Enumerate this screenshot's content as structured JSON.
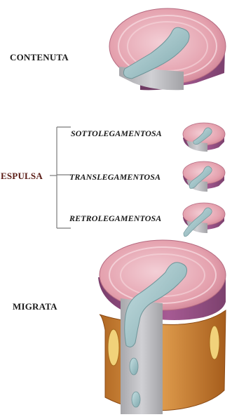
{
  "labels": {
    "contenuta": "CONTENUTA",
    "espulsa": "ESPULSA",
    "sottolegamentosa": "SOTTOLEGAMENTOSA",
    "translegamentosa": "TRANSLEGAMENTOSA",
    "retrolegamentosa": "RETROLEGAMENTOSA",
    "migrata": "MIGRATA"
  },
  "colors": {
    "disc_top": "#e7a9b4",
    "disc_ring": "#f1c7cf",
    "disc_side": "#9a4f86",
    "nucleus": "#9bc0c4",
    "ligament": "#b9b9bd",
    "vertebra": "#d98a3a",
    "bracket": "#7b7b7b"
  }
}
